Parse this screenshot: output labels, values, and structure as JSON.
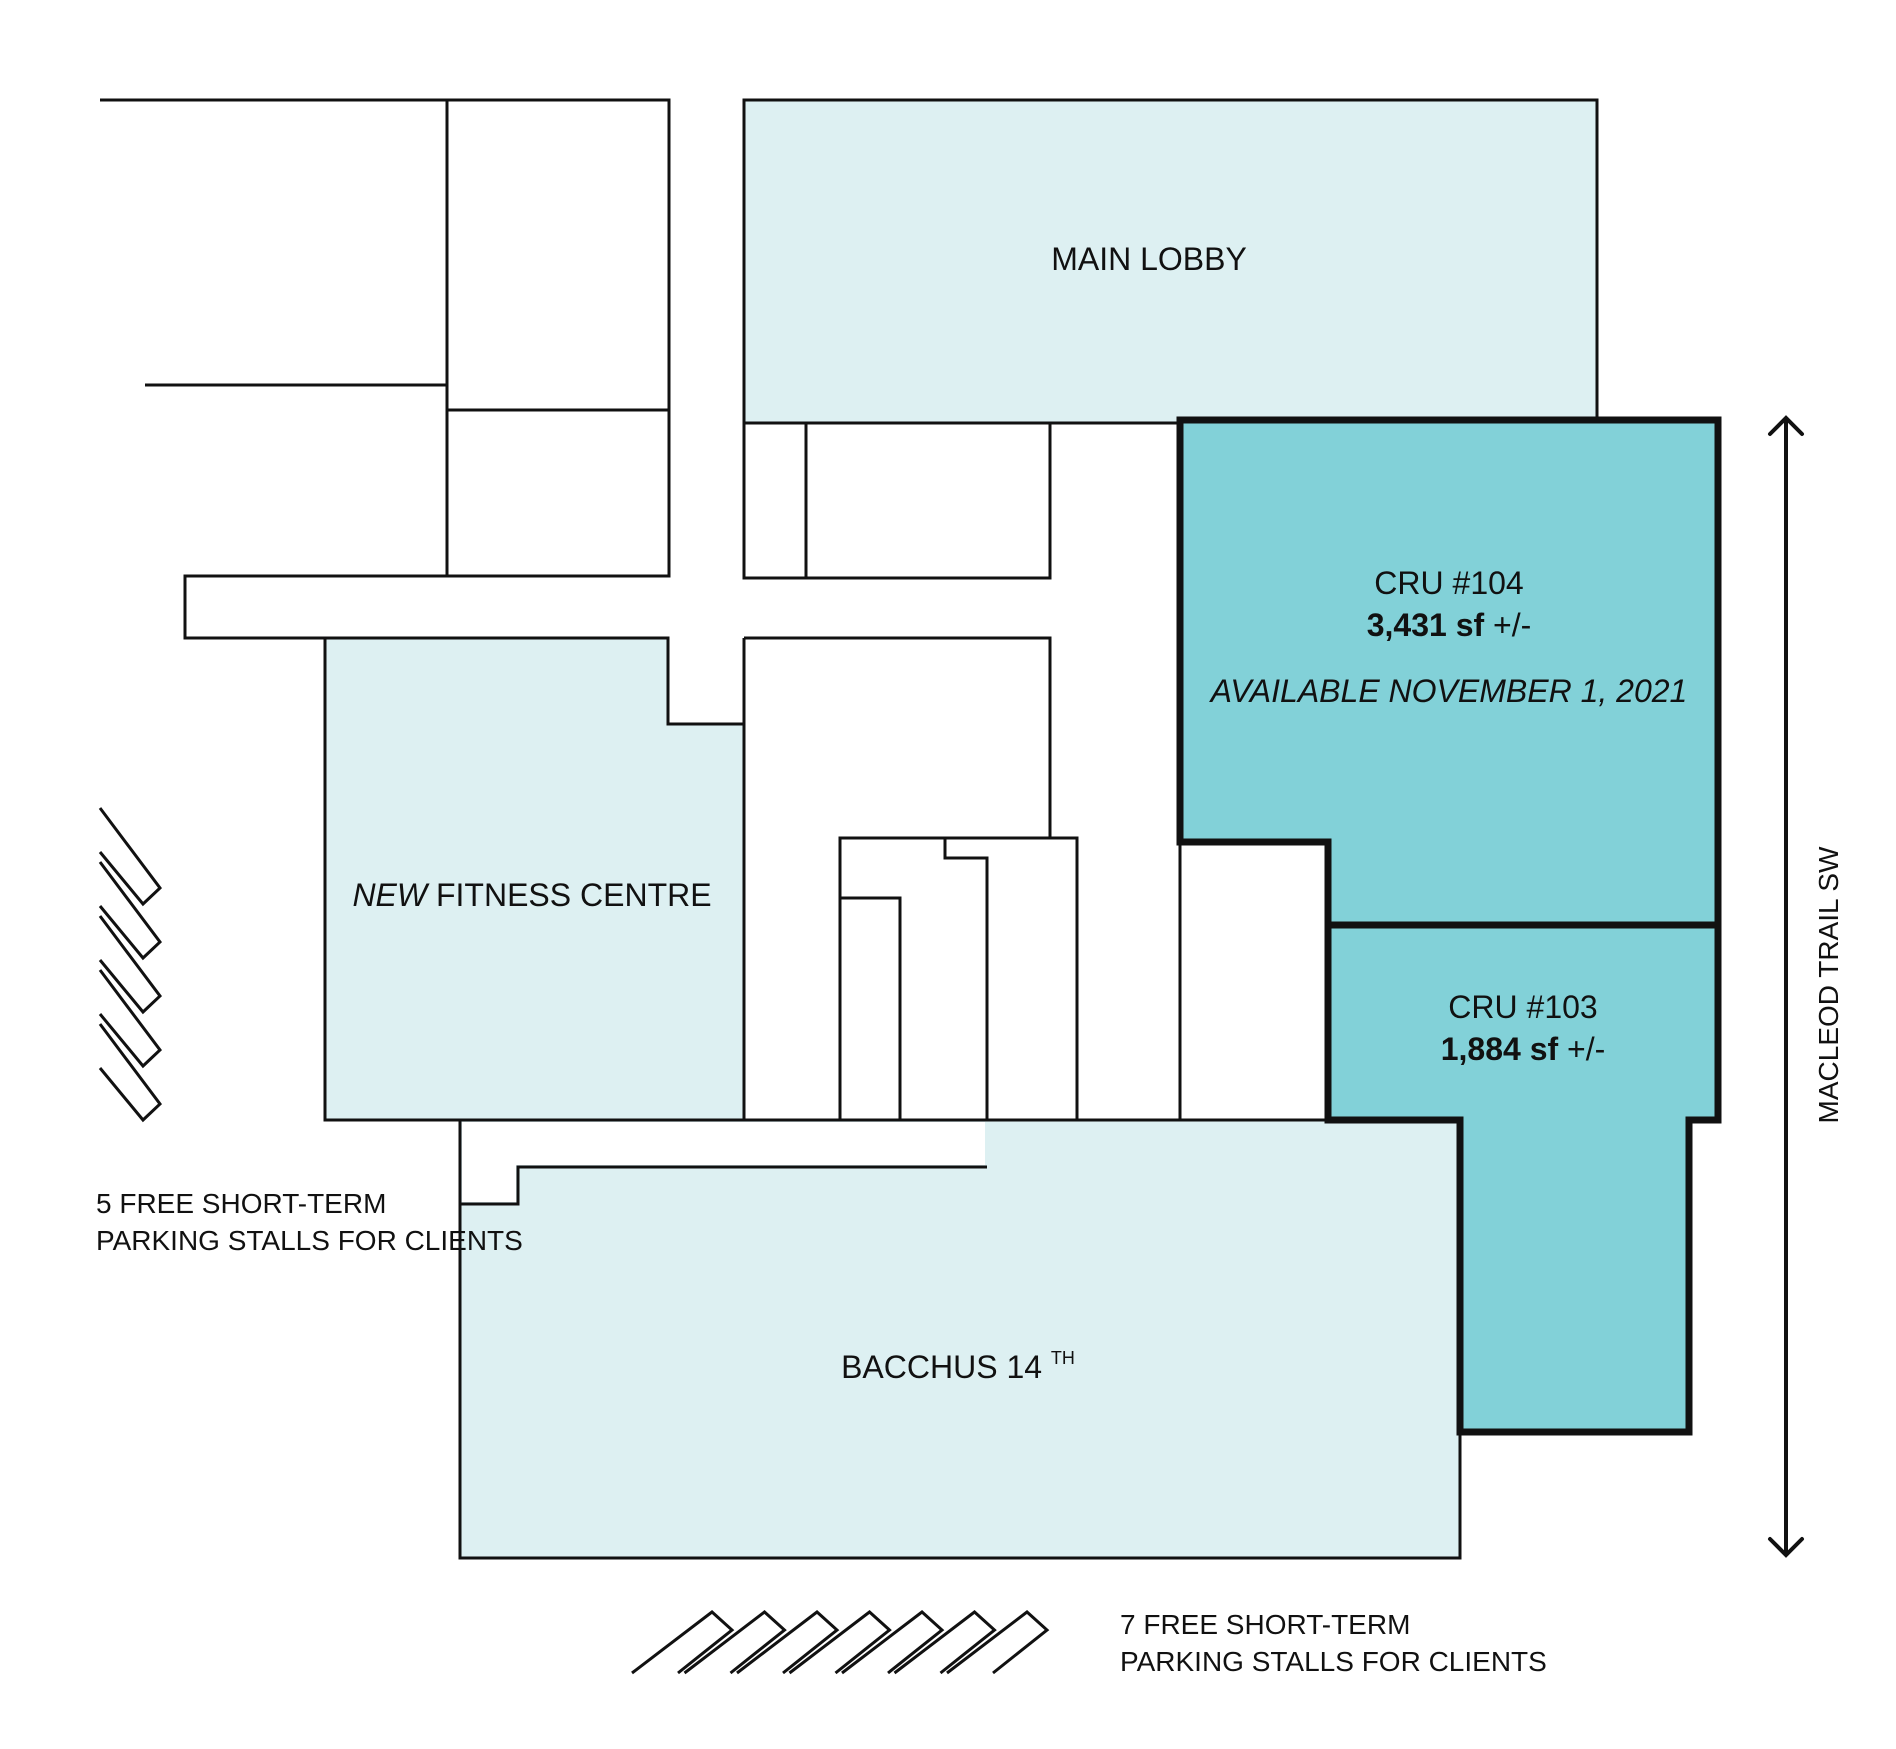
{
  "plan": {
    "main_lobby": "MAIN LOBBY",
    "fitness_centre": {
      "prefix": "NEW",
      "name": "FITNESS CENTRE"
    },
    "bacchus": {
      "name": "BACCHUS 14",
      "superscript": "TH"
    },
    "cru_104": {
      "title": "CRU #104",
      "area": "3,431 sf",
      "tolerance": "+/-",
      "availability": "AVAILABLE NOVEMBER 1, 2021"
    },
    "cru_103": {
      "title": "CRU #103",
      "area": "1,884 sf",
      "tolerance": "+/-"
    },
    "street": "MACLEOD TRAIL SW",
    "parking_left": {
      "line1": "5 FREE SHORT-TERM",
      "line2": "PARKING STALLS FOR CLIENTS"
    },
    "parking_bottom": {
      "line1": "7 FREE SHORT-TERM",
      "line2": "PARKING STALLS FOR CLIENTS"
    }
  },
  "colors": {
    "light_room": "#ddf0f2",
    "available_unit": "#82d1d8",
    "line": "#111111"
  }
}
